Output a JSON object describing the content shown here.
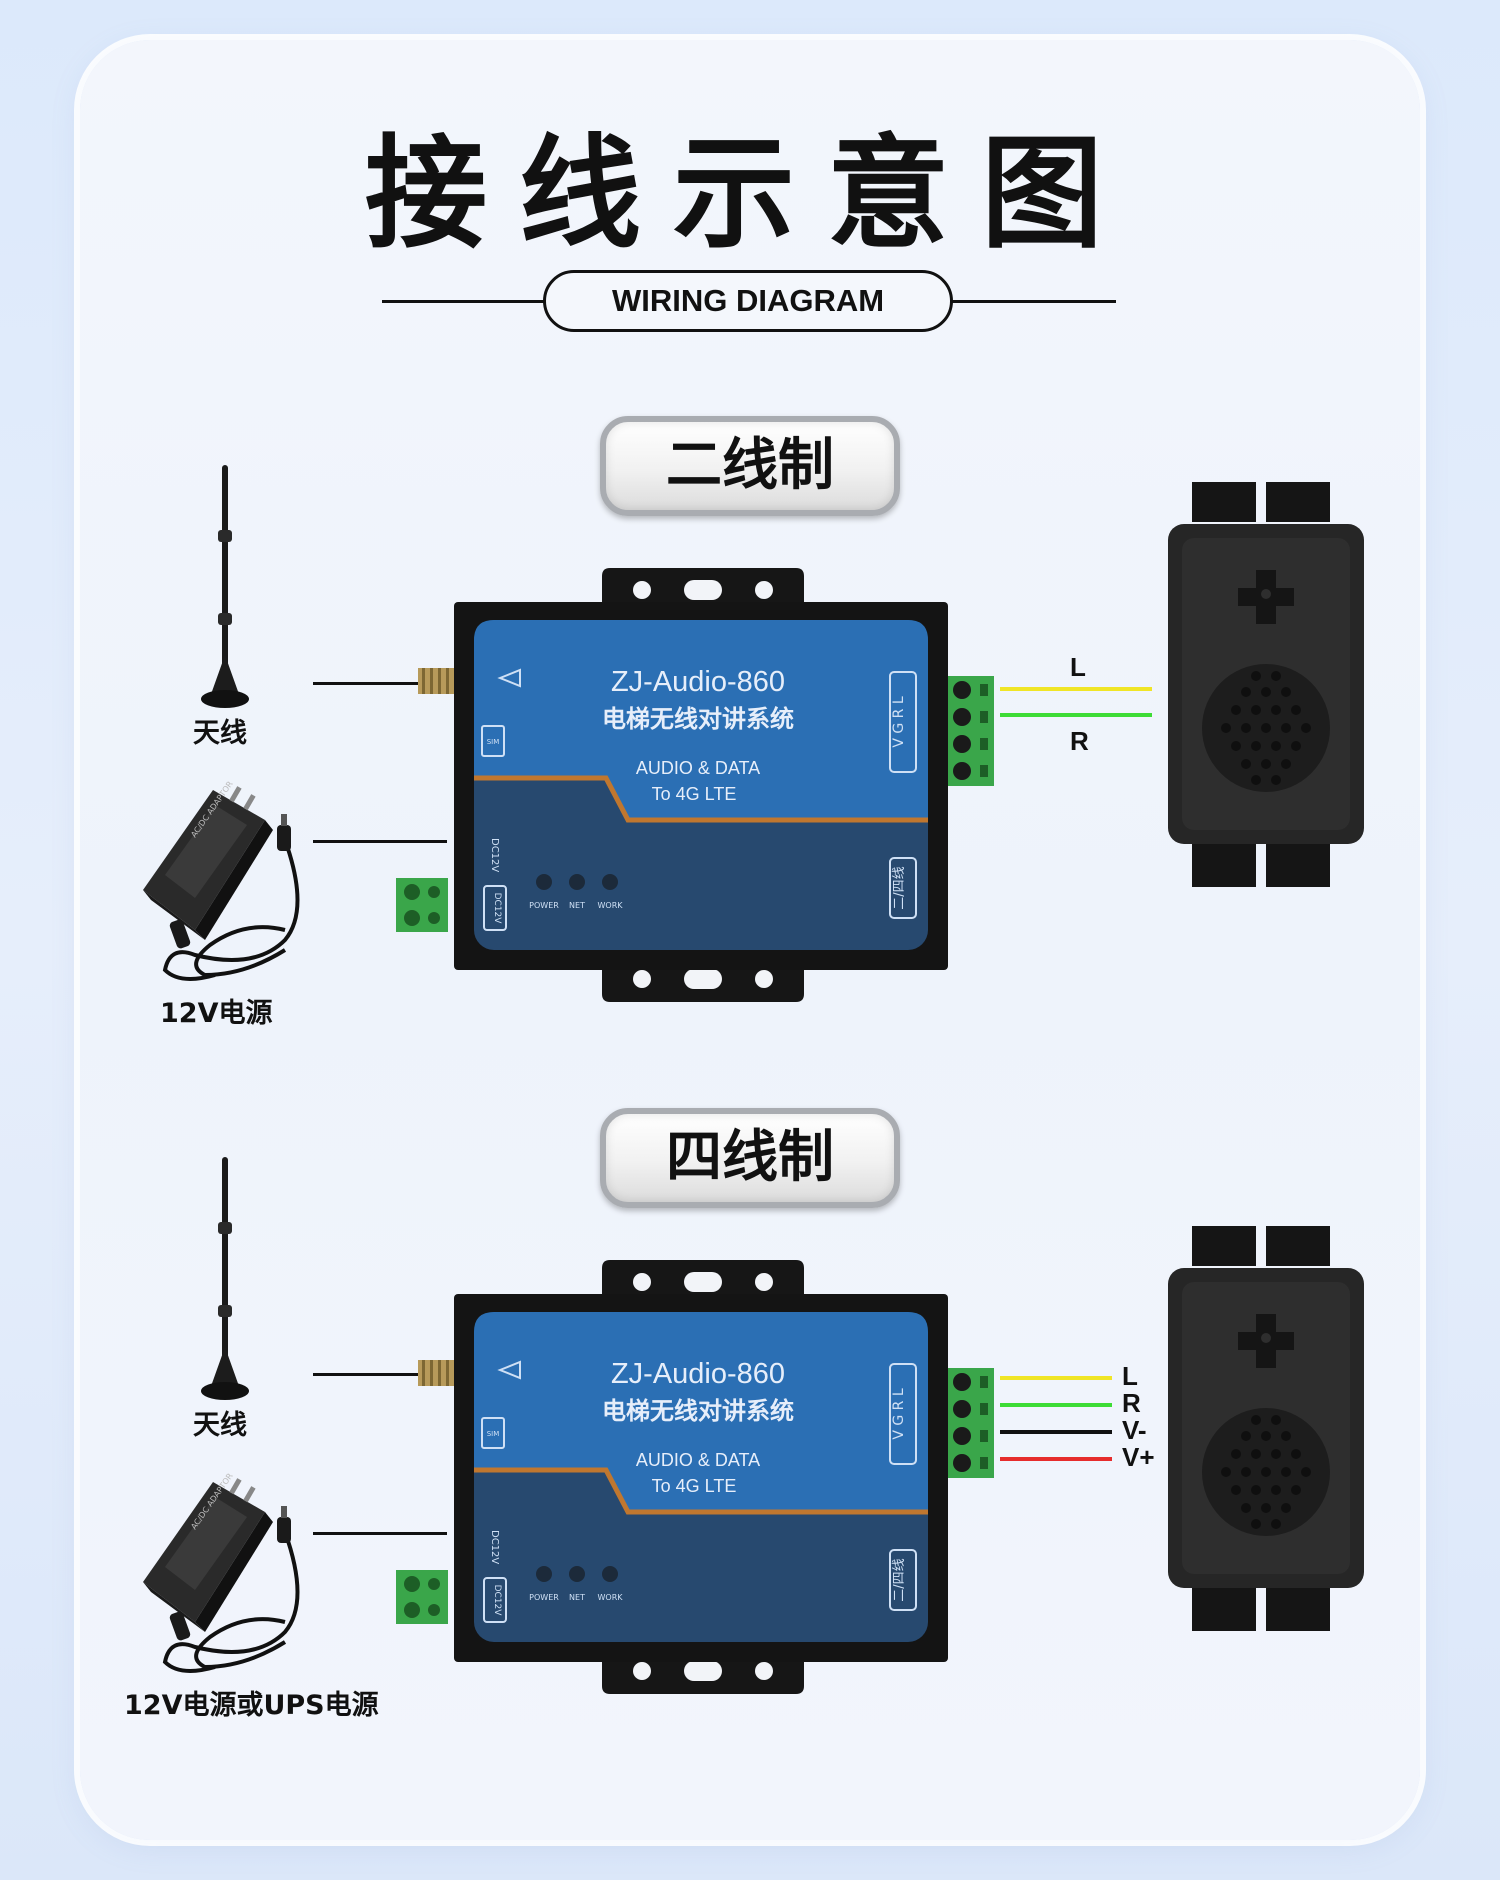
{
  "title": "接线示意图",
  "subtitle": "WIRING DIAGRAM",
  "sections": [
    {
      "mode": "二线制",
      "antenna_label": "天线",
      "power_label": "12V电源",
      "wires": [
        {
          "label": "L",
          "color": "#f0e526"
        },
        {
          "label": "R",
          "color": "#3ddc35"
        }
      ]
    },
    {
      "mode": "四线制",
      "antenna_label": "天线",
      "power_label": "12V电源或UPS电源",
      "wires": [
        {
          "label": "L",
          "color": "#f0e526"
        },
        {
          "label": "R",
          "color": "#3ddc35"
        },
        {
          "label": "V-",
          "color": "#111111"
        },
        {
          "label": "V+",
          "color": "#e62c2c"
        }
      ]
    }
  ],
  "device": {
    "model": "ZJ-Audio-860",
    "name": "电梯无线对讲系统",
    "line1": "AUDIO & DATA",
    "line2": "To 4G LTE",
    "sim": "SIM",
    "terminal": "V G R L",
    "dc": "DC12V",
    "dc_in": "DC12V",
    "switch": "二/四线",
    "leds": [
      "POWER",
      "NET",
      "WORK"
    ]
  },
  "adapter_text": "AC/DC ADAPTOR",
  "colors": {
    "panel": "#2b6fb4",
    "panel_dark": "#27496f",
    "accent_stripe": "#c0772f",
    "terminal_green": "#3aa64a"
  }
}
